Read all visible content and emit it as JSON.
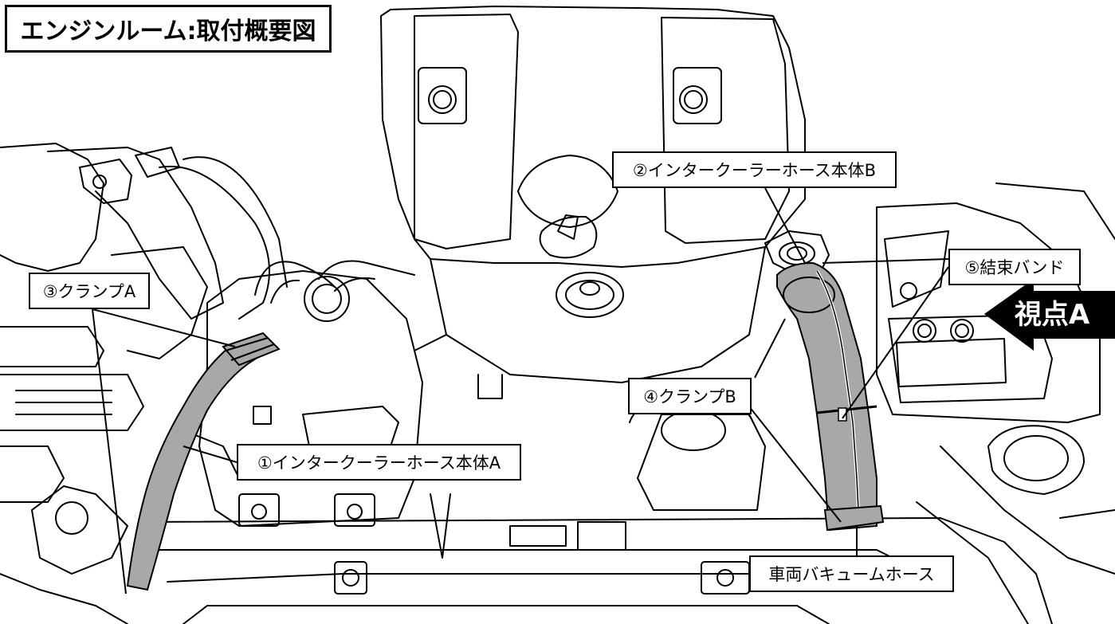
{
  "title": "エンジンルーム:取付概要図",
  "labels": {
    "part1": "①インタークーラーホース本体A",
    "part2": "②インタークーラーホース本体B",
    "part3": "③クランプA",
    "part4": "④クランプB",
    "part5": "⑤結束バンド",
    "vacuum_hose": "車両バキュームホース"
  },
  "view_marker": "視点A",
  "colors": {
    "hose_fill": "#a8a8a8",
    "line": "#000000",
    "background": "#ffffff",
    "arrow": "#000000"
  }
}
